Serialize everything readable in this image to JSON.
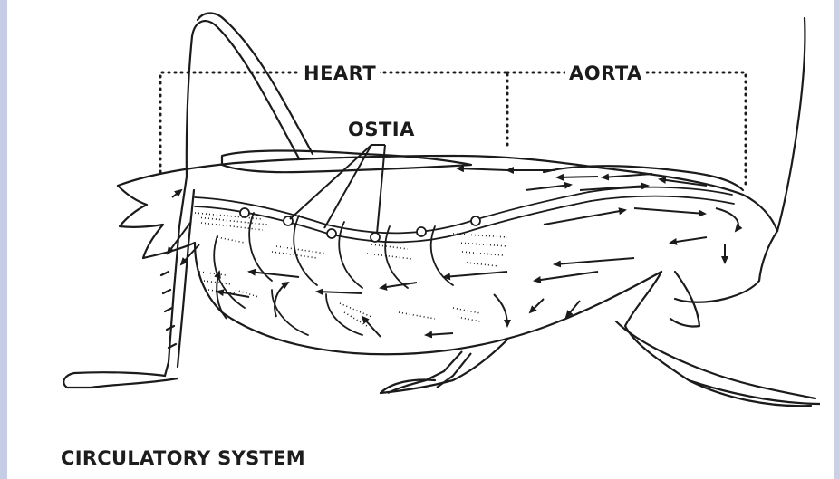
{
  "diagram": {
    "labels": {
      "heart": "HEART",
      "aorta": "AORTA",
      "ostia": "OSTIA"
    },
    "caption": "CIRCULATORY SYSTEM",
    "colors": {
      "ink": "#1b1b1b",
      "background": "#ffffff",
      "edge_strip": "#c5cde6"
    }
  }
}
